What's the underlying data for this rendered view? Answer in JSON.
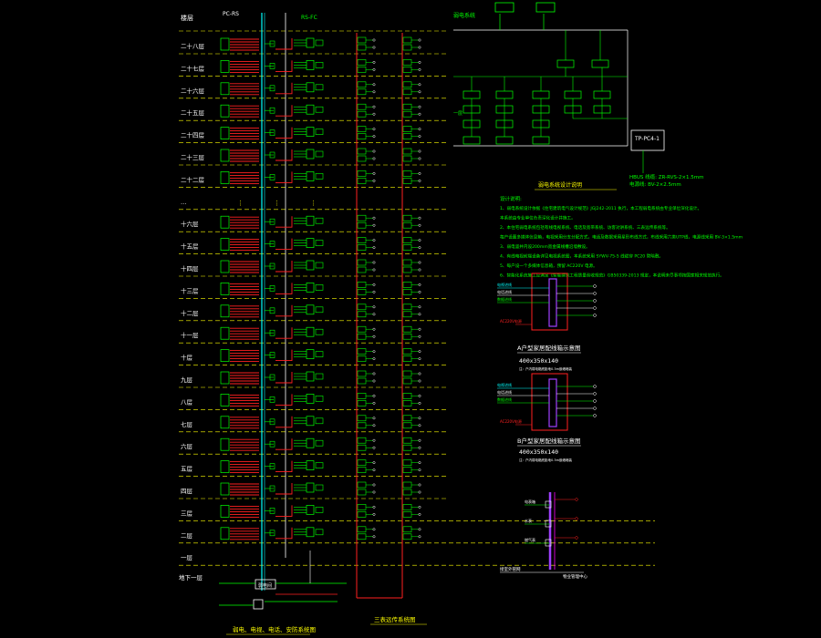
{
  "floors": {
    "header": "楼层",
    "labels": [
      "二十八层",
      "二十七层",
      "二十六层",
      "二十五层",
      "二十四层",
      "二十三层",
      "二十二层",
      "…",
      "十六层",
      "十五层",
      "十四层",
      "十三层",
      "十二层",
      "十一层",
      "十层",
      "九层",
      "八层",
      "七层",
      "六层",
      "五层",
      "四层",
      "三层",
      "二层",
      "一层"
    ],
    "basement": "地下一层"
  },
  "riser": {
    "top_label_1": "PC-RS",
    "top_label_2": "RS-FC",
    "bottom_left_title": "弱电、电视、电话、安防系统图",
    "bottom_right_title": "三表远传系统图",
    "box_label": "弱电间"
  },
  "topology": {
    "title": "弱电系统",
    "row_label": "一层",
    "box_title": "TP-PC4-1",
    "note_1": "HBUS 线缆: ZR-RVS-2×1.5mm",
    "note_2": "电源线: BV-2×2.5mm"
  },
  "notes": {
    "heading": "弱电系统设计说明",
    "sub": "设计说明:",
    "lines": [
      "1、弱电系统设计依据《住宅建筑电气设计规范》JGJ242-2011 执行，本工程弱电系统由专业单位深化设计。",
      "   本系统由专业单位负责深化设计并施工。",
      "2、本住宅弱电系统包括有线电视系统、电话及宽带系统、访客对讲系统、三表远传系统等。",
      "   每户设置多媒体信息箱，电视采用分支分配方式，电话及数据采用星形布线方式，布线采用六类UTP线，电源线采用 BV-3×1.5mm",
      "3、弱电竖井内设200mm宽金属线槽沿墙敷设。",
      "4、有线电视前端设备详见电视系统图，本系统采用 SYWV-75-5 线缆穿 PC20 管暗敷。",
      "5、每户设一个多媒体信息箱，预留 AC220V 电源。",
      "6、智能化系统施工应满足《智能建筑工程质量验收规范》GB50339-2013 规定，本说明未尽事项按国家相关规范执行。"
    ]
  },
  "home_box_a": {
    "title": "A户型家居配线箱示意图",
    "size": "400x350x140",
    "note": "注：户内弱电箱底距地0.3m嵌墙暗装",
    "in_1": "电视进线",
    "in_2": "电话进线",
    "in_3": "数据进线",
    "power": "AC220V电源"
  },
  "home_box_b": {
    "title": "B户型家居配线箱示意图",
    "size": "400x350x140",
    "note": "注：户内弱电箱底距地0.3m嵌墙暗装",
    "in_1": "电视进线",
    "in_2": "电话进线",
    "in_3": "数据进线",
    "power": "AC220V电源"
  },
  "mini_riser": {
    "label_1": "电表箱",
    "label_2": "水表",
    "label_3": "燃气表",
    "bottom_label": "接室外管网",
    "bottom_label_2": "物业管理中心"
  },
  "colors": {
    "background": "#000000",
    "yellow": "#ffff00",
    "green": "#00ff00",
    "red": "#ff2020",
    "cyan": "#00ffff",
    "white": "#ffffff",
    "magenta": "#ff00ff",
    "purple": "#a040ff"
  }
}
